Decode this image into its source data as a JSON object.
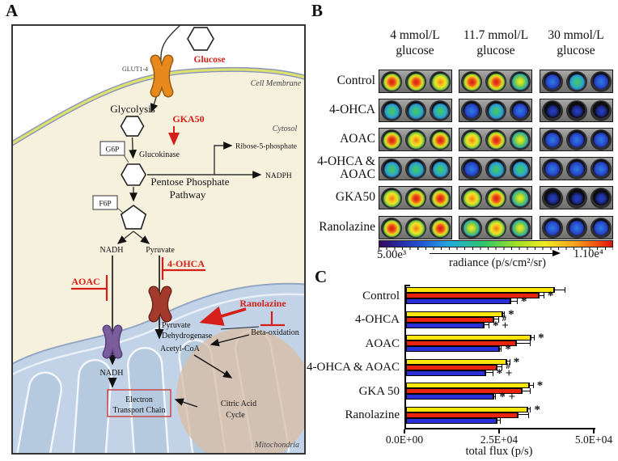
{
  "panels": {
    "a": "A",
    "b": "B",
    "c": "C"
  },
  "diagram": {
    "glucose": "Glucose",
    "glut": "GLUT1-4",
    "cell_membrane": "Cell Membrane",
    "cytosol": "Cytosol",
    "glycolysis": "Glycolysis",
    "gka50": "GKA50",
    "g6p": "G6P",
    "glucokinase": "Glucokinase",
    "ribose": "Ribose-5-phosphate",
    "nadph": "NADPH",
    "ppp_line1": "Pentose Phosphate",
    "ppp_line2": "Pathway",
    "f6p": "F6P",
    "nadh_cytosol": "NADH",
    "pyruvate": "Pyruvate",
    "ohca": "4-OHCA",
    "aoac": "AOAC",
    "ranolazine": "Ranolazine",
    "pdh_line1": "Pyruvate",
    "pdh_line2": "Dehydrogenase",
    "beta_oxidation": "Beta-oxidation",
    "acetyl_coa": "Acetyl-CoA",
    "nadh_mito": "NADH",
    "etc_line1": "Electron",
    "etc_line2": "Transport Chain",
    "cac_line1": "Citric Acid",
    "cac_line2": "Cycle",
    "mitochondria": "Mitochondria",
    "accent_red": "#d42019"
  },
  "well_panel": {
    "columns": [
      {
        "line1": "4 mmol/L",
        "line2": "glucose"
      },
      {
        "line1": "11.7 mmol/L",
        "line2": "glucose"
      },
      {
        "line1": "30 mmol/L",
        "line2": "glucose"
      }
    ],
    "rows": [
      {
        "label_lines": [
          "Control"
        ],
        "cells": [
          [
            "hot",
            "hot",
            "warm"
          ],
          [
            "hot",
            "hot",
            "mid"
          ],
          [
            "cold",
            "cool",
            "cold"
          ]
        ]
      },
      {
        "label_lines": [
          "4-OHCA"
        ],
        "cells": [
          [
            "cool",
            "cool",
            "cool"
          ],
          [
            "cold",
            "cool",
            "cold"
          ],
          [
            "verycold",
            "verycold",
            "verycold"
          ]
        ]
      },
      {
        "label_lines": [
          "AOAC"
        ],
        "cells": [
          [
            "hot",
            "warm",
            "hot"
          ],
          [
            "warm",
            "hot",
            "mid"
          ],
          [
            "cold",
            "cold",
            "cold"
          ]
        ]
      },
      {
        "label_lines": [
          "4-OHCA &",
          "AOAC"
        ],
        "cells": [
          [
            "cool",
            "cool",
            "cool"
          ],
          [
            "cold",
            "cool",
            "cool"
          ],
          [
            "cold",
            "cold",
            "cold"
          ]
        ]
      },
      {
        "label_lines": [
          "GKA50"
        ],
        "cells": [
          [
            "warm",
            "hot",
            "hot"
          ],
          [
            "warm",
            "hot",
            "mid"
          ],
          [
            "verycold",
            "verycold",
            "verycold"
          ]
        ]
      },
      {
        "label_lines": [
          "Ranolazine"
        ],
        "cells": [
          [
            "hot",
            "warm",
            "hot"
          ],
          [
            "mid",
            "warm",
            "mid"
          ],
          [
            "cold",
            "cold",
            "cold"
          ]
        ]
      }
    ],
    "colorbar": {
      "min_label": "5.00e³",
      "max_label": "1.10e⁴",
      "axis_label": "radiance (p/s/cm²/sr)"
    }
  },
  "chart_data": {
    "type": "bar",
    "orientation": "horizontal",
    "xlabel": "total flux (p/s)",
    "xlim": [
      0,
      50000
    ],
    "xticks": [
      {
        "value": 0,
        "label": "0.0E+00"
      },
      {
        "value": 25000,
        "label": "2.5E+04"
      },
      {
        "value": 50000,
        "label": "5.0E+04"
      }
    ],
    "legend": "none",
    "categories": [
      "Control",
      "4-OHCA",
      "AOAC",
      "4-OHCA & AOAC",
      "GKA 50",
      "Ranolazine"
    ],
    "series": [
      {
        "name": "yellow",
        "color": "#ffe60a",
        "values": [
          39000,
          25500,
          33000,
          26500,
          32500,
          32000
        ],
        "errors": [
          3000,
          600,
          1000,
          1000,
          1200,
          1000
        ],
        "annotations": [
          "",
          "*",
          "*",
          "*",
          "*",
          "*"
        ]
      },
      {
        "name": "red",
        "color": "#e8250c",
        "values": [
          35000,
          23000,
          29000,
          24000,
          30500,
          29500
        ],
        "errors": [
          1500,
          1500,
          4000,
          1500,
          2500,
          3000
        ],
        "annotations": [
          "*",
          "#",
          "",
          "#",
          "",
          ""
        ]
      },
      {
        "name": "blue",
        "color": "#2a2fd8",
        "values": [
          27500,
          20500,
          24500,
          21000,
          23000,
          24000
        ],
        "errors": [
          2000,
          1500,
          800,
          2000,
          800,
          1000
        ],
        "annotations": [
          "*",
          "* +",
          "*",
          "* +",
          "* +",
          ""
        ]
      }
    ]
  }
}
